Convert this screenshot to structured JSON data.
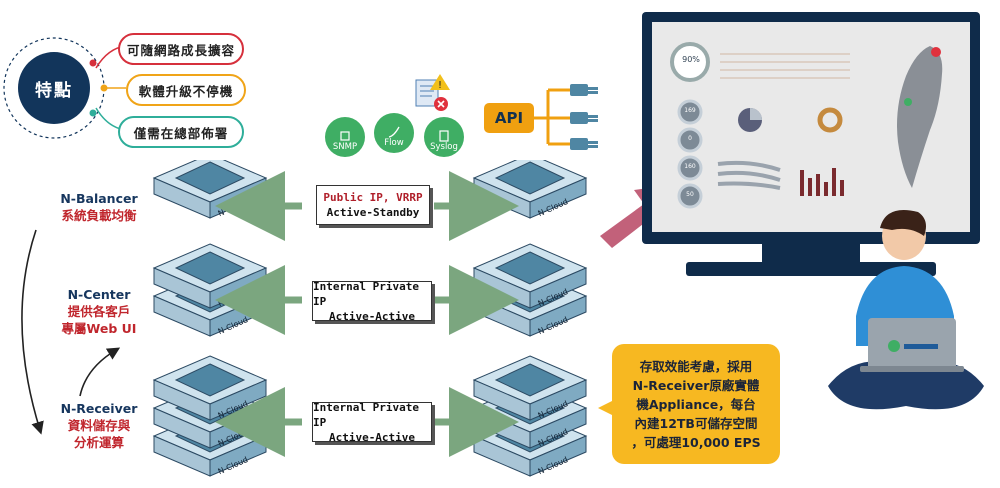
{
  "features": {
    "title": "特點",
    "items": [
      {
        "label": "可隨網路成長擴容",
        "color": "#d6303c"
      },
      {
        "label": "軟體升級不停機",
        "color": "#f0a418"
      },
      {
        "label": "僅需在總部佈署",
        "color": "#2fae9a"
      }
    ]
  },
  "tiers": [
    {
      "name": "N-Balancer",
      "desc": "系統負載均衡"
    },
    {
      "name": "N-Center",
      "desc_line1": "提供各客戶",
      "desc_line2": "專屬Web UI"
    },
    {
      "name": "N-Receiver",
      "desc_line1": "資料儲存與",
      "desc_line2": "分析運算"
    }
  ],
  "connections": [
    {
      "line1": "Public IP, VRRP",
      "line2": "Active-Standby"
    },
    {
      "line1": "Internal Private IP",
      "line2": "Active-Active"
    },
    {
      "line1": "Internal Private IP",
      "line2": "Active-Active"
    }
  ],
  "server_label": "N-Cloud",
  "protocols": [
    "SNMP",
    "Flow",
    "Syslog"
  ],
  "api_label": "API",
  "callout": {
    "line1": "存取效能考慮，採用",
    "line2": "N-Receiver原廠實體",
    "line3": "機Appliance，每台",
    "line4": "內建12TB可儲存空間",
    "line5": "，可處理10,000 EPS"
  },
  "dashboard": {
    "gauge_main": "90%",
    "gauges": [
      "169",
      "0",
      "160",
      "50"
    ]
  },
  "colors": {
    "navy": "#12355b",
    "arrow_green": "#7ba67f",
    "arrow_pink": "#c2617a",
    "server": "#4f86a3"
  }
}
